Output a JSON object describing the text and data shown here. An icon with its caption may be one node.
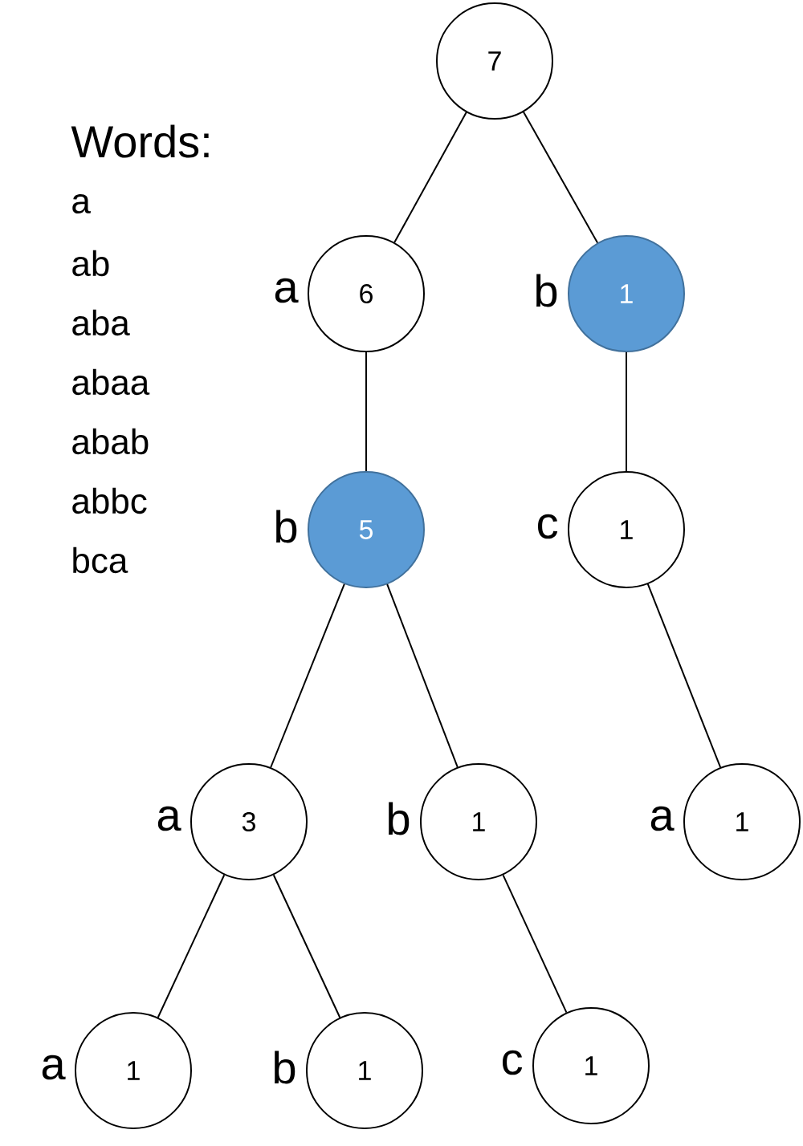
{
  "diagram": {
    "nodes": [
      {
        "text": [
          "7"
        ]
      },
      {
        "text": [
          "6"
        ],
        "beside": [
          "a"
        ]
      },
      {
        "text": [
          "1"
        ],
        "beside": [
          "b"
        ]
      },
      {
        "text": [
          "5"
        ],
        "beside": [
          "b"
        ]
      },
      {
        "text": [
          "1"
        ],
        "beside": [
          "c"
        ]
      },
      {
        "text": [
          "3"
        ],
        "beside": [
          "a"
        ]
      },
      {
        "text": [
          "1"
        ],
        "beside": [
          "b"
        ]
      },
      {
        "text": [
          "1"
        ],
        "beside": [
          "a"
        ]
      },
      {
        "text": [
          "1"
        ],
        "beside": [
          "a"
        ]
      },
      {
        "text": [
          "1"
        ],
        "beside": [
          "b"
        ]
      },
      {
        "text": [
          "1"
        ],
        "beside": [
          "c"
        ]
      }
    ],
    "edges": [
      {
        "from": 0,
        "to": 1,
        "arrow": "none"
      },
      {
        "from": 0,
        "to": 2,
        "arrow": "none"
      },
      {
        "from": 1,
        "to": 3,
        "arrow": "none"
      },
      {
        "from": 2,
        "to": 4,
        "arrow": "none"
      },
      {
        "from": 3,
        "to": 5,
        "arrow": "none"
      },
      {
        "from": 3,
        "to": 6,
        "arrow": "none"
      },
      {
        "from": 4,
        "to": 7,
        "arrow": "none"
      },
      {
        "from": 5,
        "to": 8,
        "arrow": "none"
      },
      {
        "from": 5,
        "to": 9,
        "arrow": "none"
      },
      {
        "from": 6,
        "to": 10,
        "arrow": "none"
      }
    ],
    "labels": [
      "Words:",
      "a",
      "ab",
      "aba",
      "abaa",
      "abab",
      "abbc",
      "bca"
    ]
  }
}
